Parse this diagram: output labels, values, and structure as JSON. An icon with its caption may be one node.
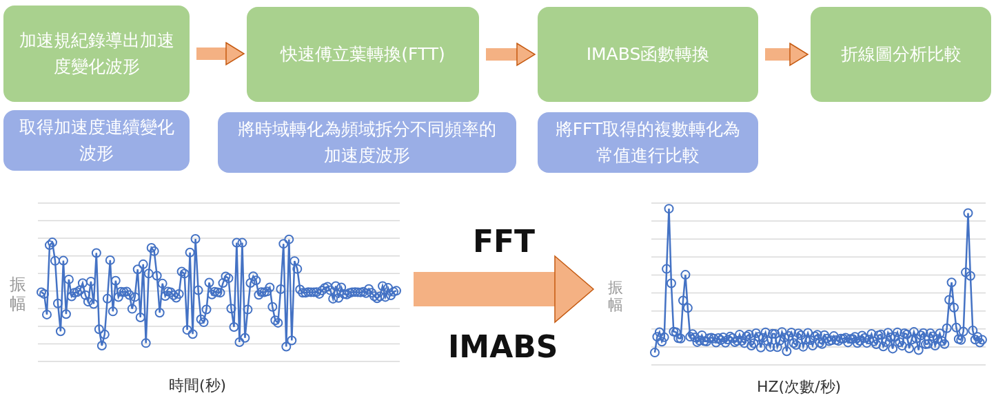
{
  "diagram": {
    "nodes": [
      {
        "text": [
          "加速規紀錄導出加速度變化波形"
        ]
      },
      {
        "text": [
          "快速傅立葉轉換(FTT)"
        ]
      },
      {
        "text": [
          "IMABS函數轉換"
        ]
      },
      {
        "text": [
          "折線圖分析比較"
        ]
      },
      {
        "text": [
          "取得加速度連續變化波形"
        ]
      },
      {
        "text": [
          "將時域轉化為頻域拆分不同頻率的加速度波形"
        ]
      },
      {
        "text": [
          "將FFT取得的複數轉化為常值進行比較"
        ]
      },
      {
        "text": [],
        "shape": "picture"
      },
      {
        "text": [],
        "shape": "picture"
      }
    ],
    "edges": [
      {
        "from": 0,
        "to": 1,
        "arrow": "to"
      },
      {
        "from": 1,
        "to": 2,
        "arrow": "to"
      },
      {
        "from": 2,
        "to": 3,
        "arrow": "to"
      },
      {
        "from": 7,
        "to": 8,
        "arrow": "to",
        "style": "thick"
      }
    ],
    "labels": [
      "振幅",
      "時間(秒)",
      "FFT",
      "IMABS",
      "振幅",
      "HZ(次數/秒)"
    ]
  }
}
